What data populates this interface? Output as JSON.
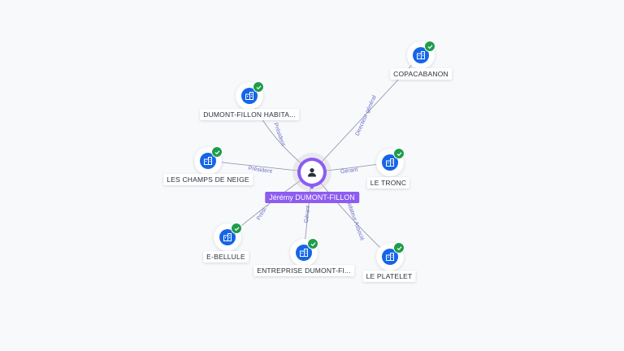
{
  "center": {
    "name": "Jérémy DUMONT-FILLON",
    "icon": "person-icon",
    "color": "#8d5cf0"
  },
  "nodes": [
    {
      "id": "copacabanon",
      "label": "COPACABANON",
      "icon": "company-icon",
      "verified_icon": "check-icon"
    },
    {
      "id": "dumont-fillon-habitat",
      "label": "DUMONT-FILLON HABITA...",
      "icon": "company-icon",
      "verified_icon": "check-icon"
    },
    {
      "id": "les-champs-de-neige",
      "label": "LES CHAMPS DE NEIGE",
      "icon": "company-icon",
      "verified_icon": "check-icon"
    },
    {
      "id": "le-tronc",
      "label": "LE TRONC",
      "icon": "company-icon",
      "verified_icon": "check-icon"
    },
    {
      "id": "e-bellule",
      "label": "E-BELLULE",
      "icon": "company-icon",
      "verified_icon": "check-icon"
    },
    {
      "id": "entreprise-dumont-fillon",
      "label": "ENTREPRISE DUMONT-FI...",
      "icon": "company-icon",
      "verified_icon": "check-icon"
    },
    {
      "id": "le-platelet",
      "label": "LE PLATELET",
      "icon": "company-icon",
      "verified_icon": "check-icon"
    }
  ],
  "edges": [
    {
      "to": "copacabanon",
      "role": "Directeur général"
    },
    {
      "to": "dumont-fillon-habitat",
      "role": "Président"
    },
    {
      "to": "les-champs-de-neige",
      "role": "Président"
    },
    {
      "to": "le-tronc",
      "role": "Gérant"
    },
    {
      "to": "e-bellule",
      "role": "Prési..."
    },
    {
      "to": "entreprise-dumont-fillon",
      "role": "Gérant"
    },
    {
      "to": "le-platelet",
      "role": "Liquidateur Associé"
    }
  ],
  "colors": {
    "node": "#1565e8",
    "verified": "#1f9d4c",
    "edge_label": "#6b6ec9"
  }
}
